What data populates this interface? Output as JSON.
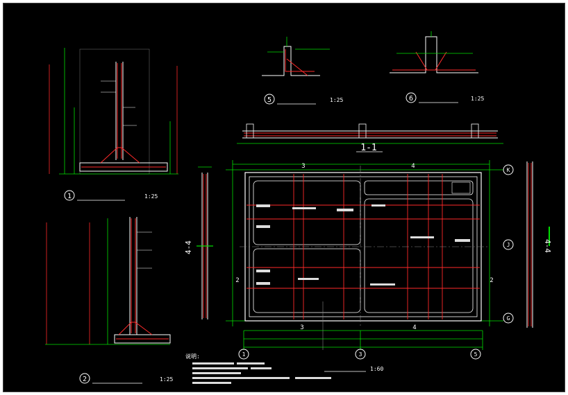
{
  "drawing": {
    "background": "#000000",
    "colors": {
      "rebar": "#ff2a2a",
      "dims": "#00e000",
      "outline": "#ffffff",
      "notes": "#ffffff",
      "grid_bubble": "#ffffff"
    },
    "section_labels": {
      "s11": "1-1",
      "s44_left": "4-4",
      "s44_right": "4-4"
    },
    "grid_numbers_top": [
      "3",
      "4"
    ],
    "grid_numbers_bottom": [
      "3",
      "4"
    ],
    "grid_bubbles_bottom": [
      "1",
      "3",
      "5"
    ],
    "grid_bubbles_right": [
      "K",
      "J",
      "G"
    ],
    "grid_side_numbers": [
      "2",
      "2"
    ],
    "detail_titles": [
      {
        "num": "1",
        "scale": "1:25"
      },
      {
        "num": "2",
        "scale": "1:25"
      },
      {
        "num": "5",
        "scale": "1:25"
      },
      {
        "num": "6",
        "scale": "1:25"
      }
    ],
    "plan_title": {
      "scale": "1:60"
    },
    "notes_heading": "说明:"
  }
}
